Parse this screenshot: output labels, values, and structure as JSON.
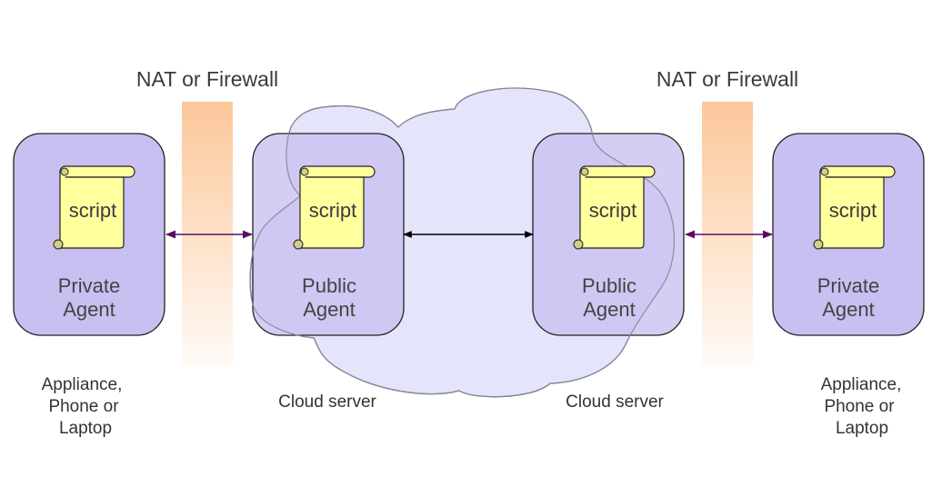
{
  "diagram": {
    "firewalls": [
      {
        "label": "NAT or Firewall"
      },
      {
        "label": "NAT or Firewall"
      }
    ],
    "agents": [
      {
        "id": "private-left",
        "line1": "Private",
        "line2": "Agent",
        "script": "script",
        "kind": "private"
      },
      {
        "id": "public-left",
        "line1": "Public",
        "line2": "Agent",
        "script": "script",
        "kind": "public"
      },
      {
        "id": "public-right",
        "line1": "Public",
        "line2": "Agent",
        "script": "script",
        "kind": "public"
      },
      {
        "id": "private-right",
        "line1": "Private",
        "line2": "Agent",
        "script": "script",
        "kind": "private"
      }
    ],
    "captions": {
      "device_left": [
        "Appliance,",
        "Phone or",
        "Laptop"
      ],
      "cloud_left": "Cloud server",
      "cloud_right": "Cloud server",
      "device_right": [
        "Appliance,",
        "Phone or",
        "Laptop"
      ]
    },
    "connections": [
      {
        "from": "private-left",
        "to": "public-left",
        "style": "bidirectional",
        "crosses": "firewall"
      },
      {
        "from": "public-left",
        "to": "public-right",
        "style": "bidirectional",
        "crosses": "cloud"
      },
      {
        "from": "public-right",
        "to": "private-right",
        "style": "bidirectional",
        "crosses": "firewall"
      }
    ],
    "colors": {
      "agent_fill": "#c8c0f0",
      "cloud_fill": "#e4e4fb",
      "script_fill": "#ffff9e",
      "script_curl": "#cfcf88",
      "firewall_top": "#fcc79a",
      "firewall_bottom": "#fffaf6",
      "nat_arrow": "#5c0a62",
      "cloud_arrow": "#000000"
    }
  }
}
